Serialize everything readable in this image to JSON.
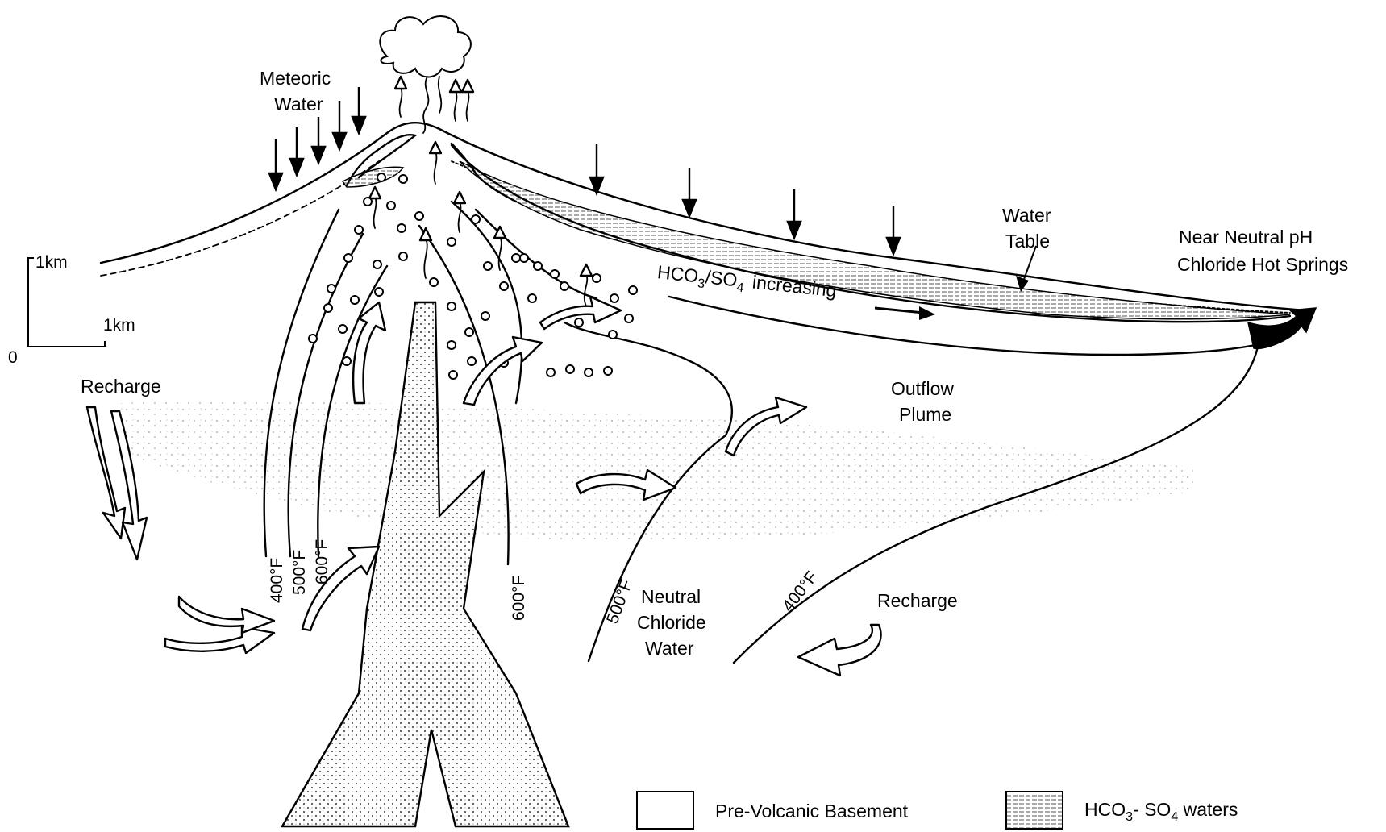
{
  "labels": {
    "meteoric_line1": "Meteoric",
    "meteoric_line2": "Water",
    "scale_vertical": "1km",
    "scale_horizontal": "1km",
    "scale_origin": "0",
    "recharge_left": "Recharge",
    "recharge_right": "Recharge",
    "water_table_line1": "Water",
    "water_table_line2": "Table",
    "hot_springs_line1": "Near Neutral pH",
    "hot_springs_line2": "Chloride Hot Springs",
    "increasing_prefix_hco": "HCO",
    "increasing_sub3": "3",
    "increasing_slash_so": "/SO",
    "increasing_sub4": "4",
    "increasing_word": "increasing",
    "outflow_line1": "Outflow",
    "outflow_line2": "Plume",
    "neutral_line1": "Neutral",
    "neutral_line2": "Chloride",
    "neutral_line3": "Water"
  },
  "isotherms": {
    "left_400": "400°F",
    "left_500": "500°F",
    "left_600": "600°F",
    "center_600": "600°F",
    "right_500": "500°F",
    "right_400": "400°F"
  },
  "legend": {
    "basement_label": "Pre-Volcanic Basement",
    "waters_prefix": "HCO",
    "waters_sub3": "3",
    "waters_mid": "- SO",
    "waters_sub4": "4",
    "waters_suffix": " waters"
  }
}
